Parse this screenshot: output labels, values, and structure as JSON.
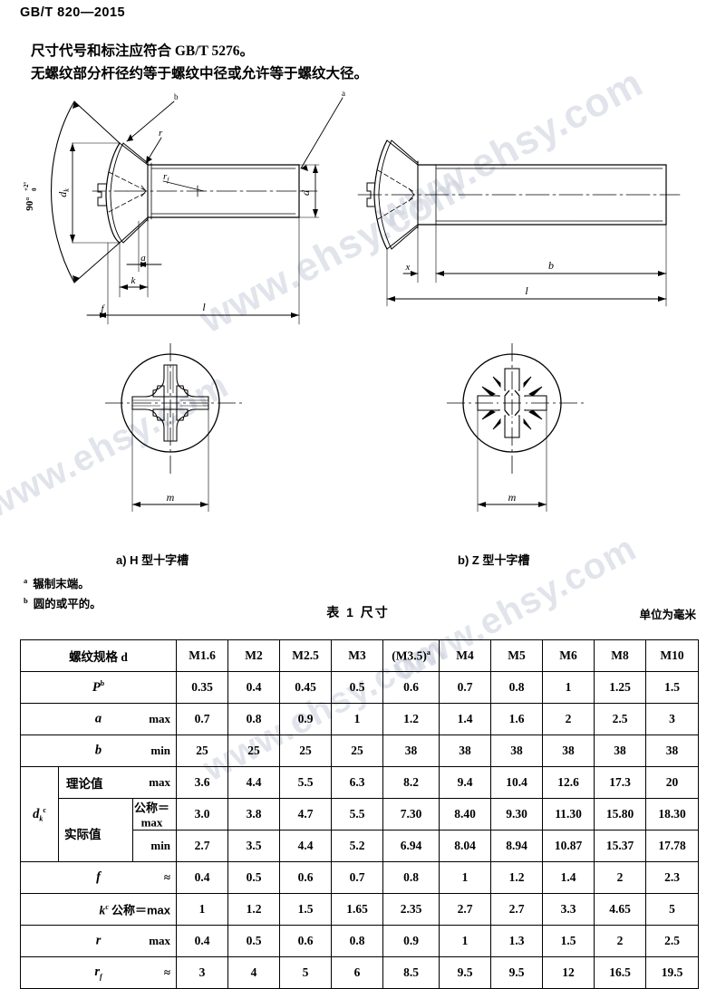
{
  "header": {
    "standard_number": "GB/T 820—2015"
  },
  "intro": {
    "line1": "尺寸代号和标注应符合 GB/T 5276。",
    "line2": "无螺纹部分杆径约等于螺纹中径或允许等于螺纹大径。"
  },
  "figures": {
    "left": {
      "angle_label": "90°",
      "angle_tol_upper": "+2°",
      "angle_tol_lower": "0",
      "callout_a": "a",
      "callout_b": "b",
      "dim_dk": "dk",
      "dim_d": "d",
      "dim_a": "a",
      "dim_k": "k",
      "dim_f": "f",
      "dim_l": "l",
      "dim_r": "r",
      "dim_rf": "rf"
    },
    "right": {
      "dim_x": "x",
      "dim_b": "b",
      "dim_l": "l"
    },
    "recess_h": {
      "dim_m": "m"
    },
    "recess_z": {
      "dim_m": "m"
    }
  },
  "captions": {
    "a": "a)  H 型十字槽",
    "b": "b)  Z 型十字槽"
  },
  "footnotes": [
    {
      "mark": "a",
      "text": "辗制末端。"
    },
    {
      "mark": "b",
      "text": "圆的或平的。"
    }
  ],
  "table": {
    "title": "表 1  尺寸",
    "unit": "单位为毫米",
    "header_label": "螺纹规格 d",
    "sizes": [
      "M1.6",
      "M2",
      "M2.5",
      "M3",
      "(M3.5)",
      "M4",
      "M5",
      "M6",
      "M8",
      "M10"
    ],
    "size_superscript": "a",
    "rows": [
      {
        "symbol": "P",
        "symbol_sup": "b",
        "qualifier": "",
        "values": [
          "0.35",
          "0.4",
          "0.45",
          "0.5",
          "0.6",
          "0.7",
          "0.8",
          "1",
          "1.25",
          "1.5"
        ]
      },
      {
        "symbol": "a",
        "symbol_sup": "",
        "qualifier": "max",
        "values": [
          "0.7",
          "0.8",
          "0.9",
          "1",
          "1.2",
          "1.4",
          "1.6",
          "2",
          "2.5",
          "3"
        ]
      },
      {
        "symbol": "b",
        "symbol_sup": "",
        "qualifier": "min",
        "values": [
          "25",
          "25",
          "25",
          "25",
          "38",
          "38",
          "38",
          "38",
          "38",
          "38"
        ]
      },
      {
        "symbol": "f",
        "symbol_sup": "",
        "qualifier": "≈",
        "values": [
          "0.4",
          "0.5",
          "0.6",
          "0.7",
          "0.8",
          "1",
          "1.2",
          "1.4",
          "2",
          "2.3"
        ]
      },
      {
        "symbol": "k",
        "symbol_sup": "c",
        "qualifier": "公称＝max",
        "values": [
          "1",
          "1.2",
          "1.5",
          "1.65",
          "2.35",
          "2.7",
          "2.7",
          "3.3",
          "4.65",
          "5"
        ]
      },
      {
        "symbol": "r",
        "symbol_sup": "",
        "qualifier": "max",
        "values": [
          "0.4",
          "0.5",
          "0.6",
          "0.8",
          "0.9",
          "1",
          "1.3",
          "1.5",
          "2",
          "2.5"
        ]
      },
      {
        "symbol": "rf",
        "symbol_sup": "",
        "qualifier": "≈",
        "values": [
          "3",
          "4",
          "5",
          "6",
          "8.5",
          "9.5",
          "9.5",
          "12",
          "16.5",
          "19.5"
        ]
      }
    ],
    "dk": {
      "symbol": "dk",
      "symbol_sup": "c",
      "theoretical_label": "理论值",
      "theoretical_qualifier": "max",
      "theoretical_values": [
        "3.6",
        "4.4",
        "5.5",
        "6.3",
        "8.2",
        "9.4",
        "10.4",
        "12.6",
        "17.3",
        "20"
      ],
      "actual_label": "实际值",
      "actual_nominal_qualifier": "公称＝max",
      "actual_nominal_values": [
        "3.0",
        "3.8",
        "4.7",
        "5.5",
        "7.30",
        "8.40",
        "9.30",
        "11.30",
        "15.80",
        "18.30"
      ],
      "actual_min_qualifier": "min",
      "actual_min_values": [
        "2.7",
        "3.5",
        "4.4",
        "5.2",
        "6.94",
        "8.04",
        "8.94",
        "10.87",
        "15.37",
        "17.78"
      ]
    }
  },
  "watermark": {
    "text": "www.ehsy.com"
  }
}
